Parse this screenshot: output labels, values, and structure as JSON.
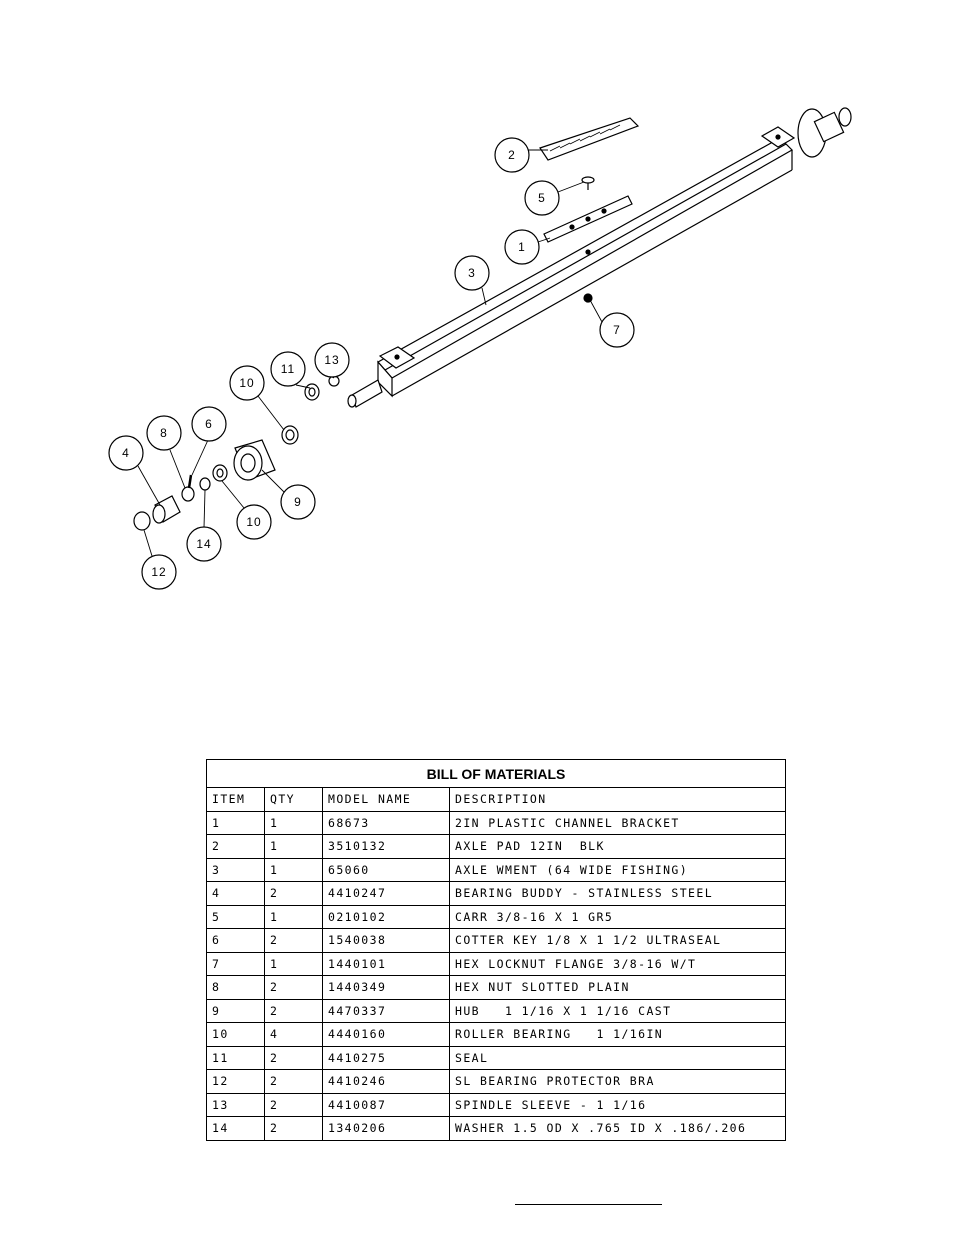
{
  "drawing": {
    "balloons": [
      {
        "label": "2"
      },
      {
        "label": "5"
      },
      {
        "label": "1"
      },
      {
        "label": "3"
      },
      {
        "label": "7"
      },
      {
        "label": "13"
      },
      {
        "label": "11"
      },
      {
        "label": "10"
      },
      {
        "label": "6"
      },
      {
        "label": "8"
      },
      {
        "label": "4"
      },
      {
        "label": "9"
      },
      {
        "label": "10"
      },
      {
        "label": "14"
      },
      {
        "label": "12"
      }
    ]
  },
  "bom": {
    "title": "BILL OF MATERIALS",
    "headers": [
      "ITEM",
      "QTY",
      "MODEL NAME",
      "DESCRIPTION"
    ],
    "rows": [
      [
        "1",
        "1",
        "68673",
        "2IN PLASTIC CHANNEL BRACKET"
      ],
      [
        "2",
        "1",
        "3510132",
        "AXLE PAD 12IN  BLK"
      ],
      [
        "3",
        "1",
        "65060",
        "AXLE WMENT (64 WIDE FISHING)"
      ],
      [
        "4",
        "2",
        "4410247",
        "BEARING BUDDY - STAINLESS STEEL"
      ],
      [
        "5",
        "1",
        "0210102",
        "CARR 3/8-16 X 1 GR5"
      ],
      [
        "6",
        "2",
        "1540038",
        "COTTER KEY 1/8 X 1 1/2 ULTRASEAL"
      ],
      [
        "7",
        "1",
        "1440101",
        "HEX LOCKNUT FLANGE 3/8-16 W/T"
      ],
      [
        "8",
        "2",
        "1440349",
        "HEX NUT SLOTTED PLAIN"
      ],
      [
        "9",
        "2",
        "4470337",
        "HUB   1 1/16 X 1 1/16 CAST"
      ],
      [
        "10",
        "4",
        "4440160",
        "ROLLER BEARING   1 1/16IN"
      ],
      [
        "11",
        "2",
        "4410275",
        "SEAL"
      ],
      [
        "12",
        "2",
        "4410246",
        "SL BEARING PROTECTOR BRA"
      ],
      [
        "13",
        "2",
        "4410087",
        "SPINDLE SLEEVE - 1 1/16"
      ],
      [
        "14",
        "2",
        "1340206",
        "WASHER 1.5 OD X .765 ID X .186/.206"
      ]
    ]
  }
}
